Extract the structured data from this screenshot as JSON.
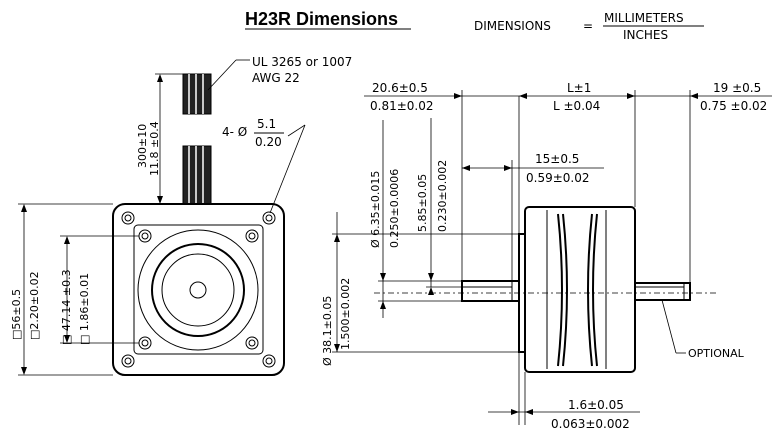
{
  "title": "H23R Dimensions",
  "units": {
    "prefix": "DIMENSIONS",
    "equals": "=",
    "numerator": "MILLIMETERS",
    "denominator": "INCHES"
  },
  "lead_wire": {
    "line1": "UL 3265 or 1007",
    "line2": "AWG 22"
  },
  "lead_length": {
    "mm": "300±10",
    "in": "11.8 ±0.4"
  },
  "holes": {
    "prefix": "4- Ø",
    "mm": "5.1",
    "in": "0.20"
  },
  "body_square": {
    "mm": "□56±0.5",
    "in": "□2.20±0.02"
  },
  "bolt_square": {
    "mm": "□ 47.14 ±0.3",
    "in": "□ 1.86±0.01"
  },
  "front_shaft_length": {
    "mm": "20.6±0.5",
    "in": "0.81±0.02"
  },
  "body_length": {
    "mm": "L±1",
    "in": "L ±0.04"
  },
  "rear_shaft_length": {
    "mm": "19 ±0.5",
    "in": "0.75 ±0.02"
  },
  "flat_length": {
    "mm": "15±0.5",
    "in": "0.59±0.02"
  },
  "shaft_diameter": {
    "mm": "Ø 6.35±0.015",
    "in": "0.250±0.0006"
  },
  "flat_height": {
    "mm": "5.85±0.05",
    "in": "0.230±0.002"
  },
  "pilot_diameter": {
    "mm": "Ø 38.1±0.05",
    "in": "1.500±0.002"
  },
  "pilot_depth": {
    "mm": "1.6±0.05",
    "in": "0.063±0.002"
  },
  "optional_label": "OPTIONAL"
}
